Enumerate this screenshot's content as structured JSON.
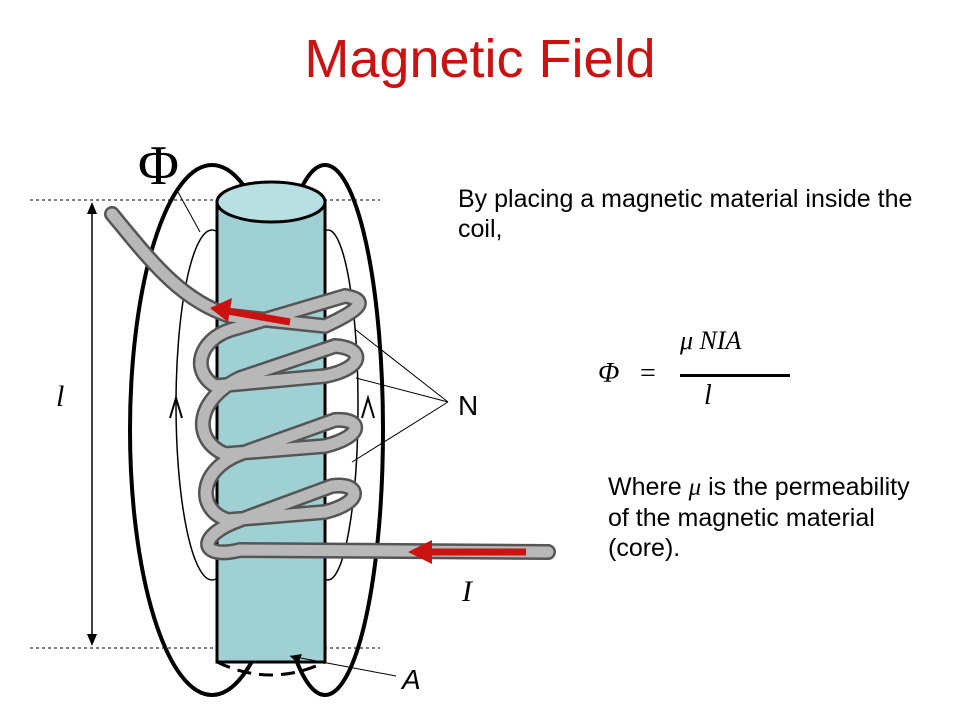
{
  "title": "Magnetic Field",
  "intro_text": "By placing a magnetic material inside the coil,",
  "formula": {
    "lhs": "Φ",
    "equals": "=",
    "numerator": "μ NIA",
    "denominator": "l"
  },
  "where_text": {
    "prefix": "Where ",
    "symbol": "μ",
    "suffix": " is the permeability of the magnetic material (core)."
  },
  "labels": {
    "flux": "Φ",
    "length": "l",
    "turns": "N",
    "current": "I",
    "area": "A"
  },
  "colors": {
    "title": "#cc1111",
    "core": "#9fd0d3",
    "core_top": "#b8e0e2",
    "wire": "#b8b8b8",
    "current_arrow": "#cc1111"
  }
}
